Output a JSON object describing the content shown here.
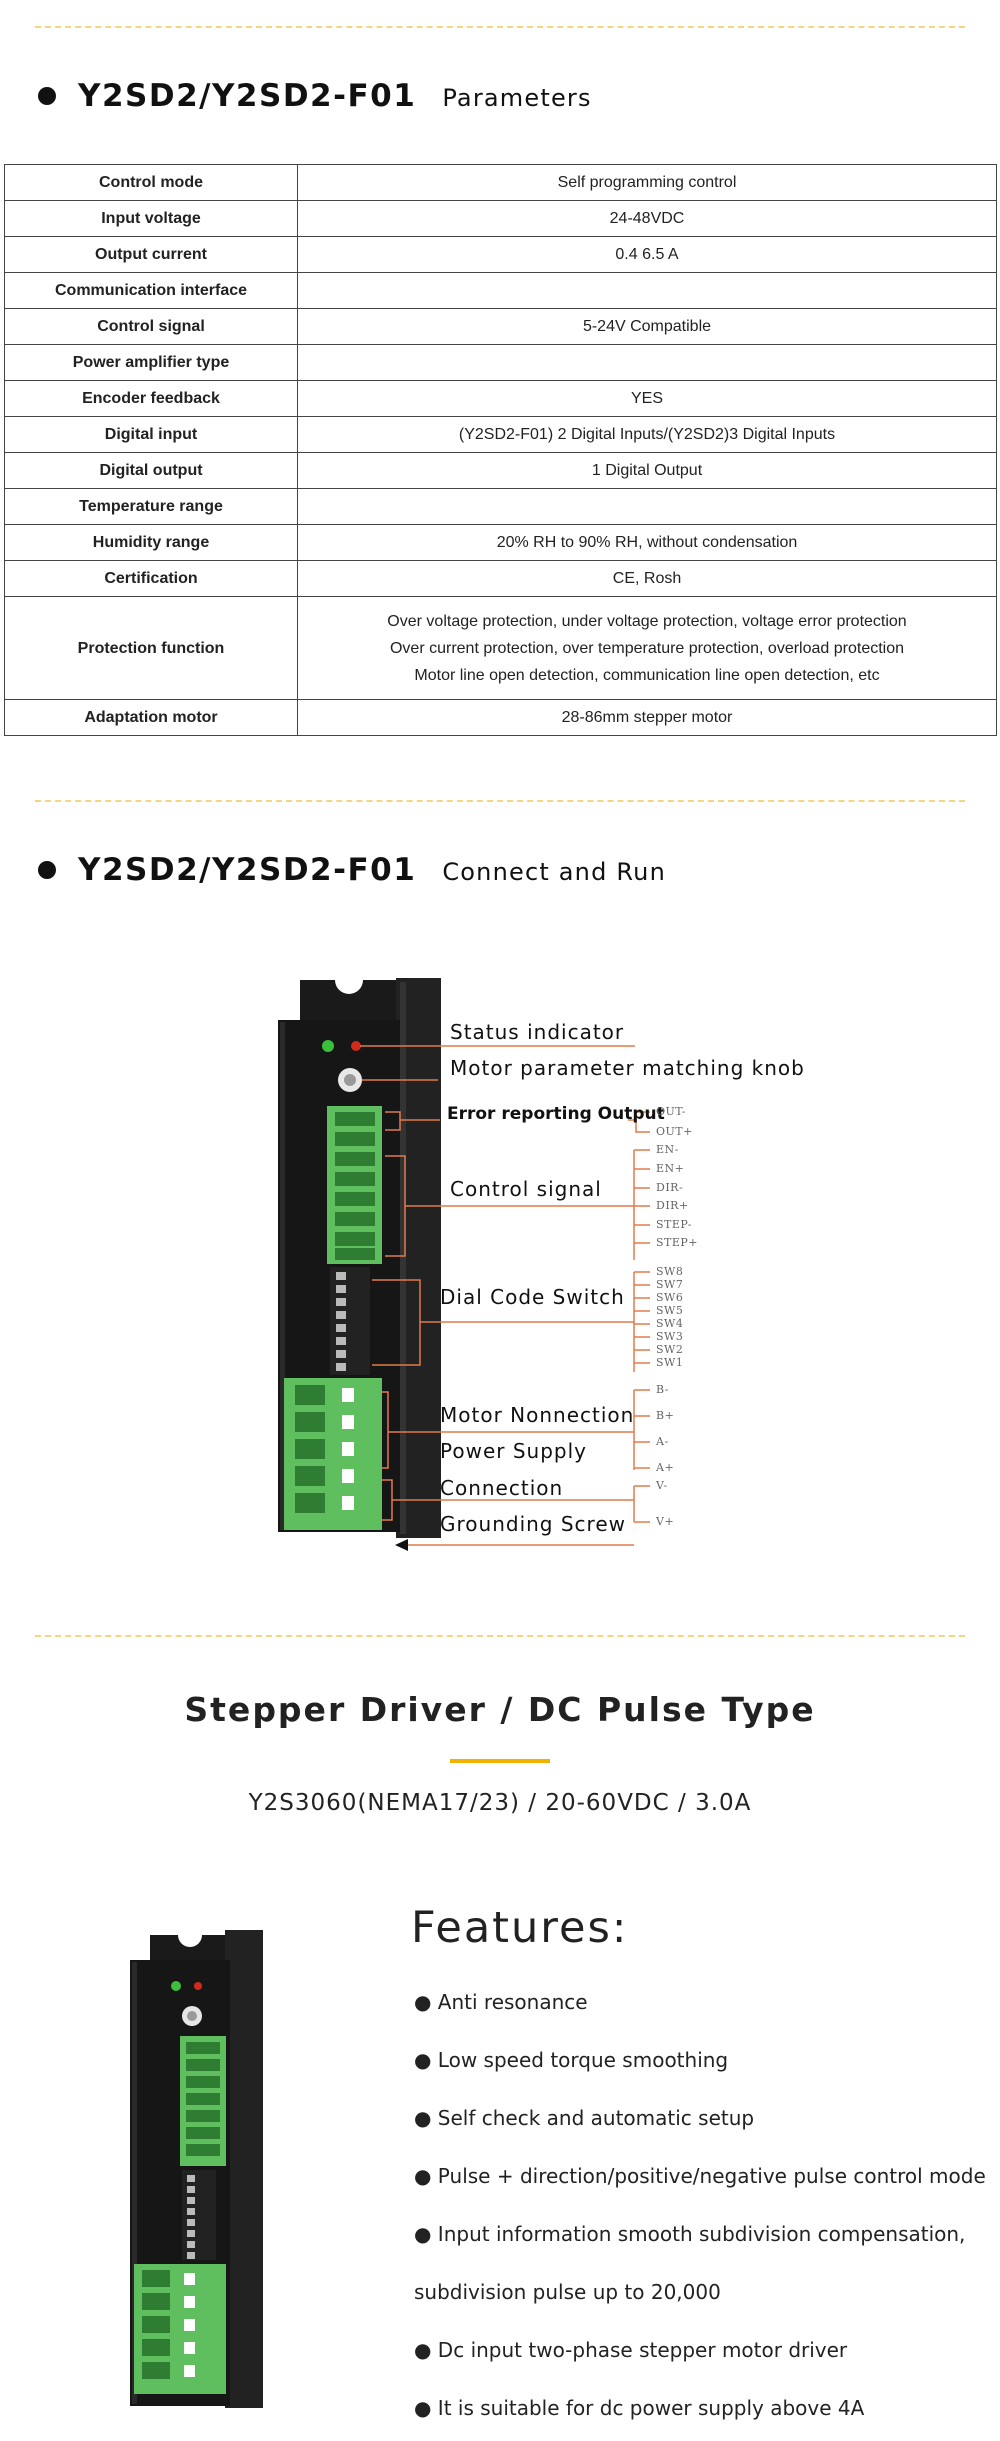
{
  "section1": {
    "model": "Y2SD2/Y2SD2-F01",
    "subtitle": "Parameters"
  },
  "params": [
    {
      "key": "Control mode",
      "value": "Self programming control"
    },
    {
      "key": "Input voltage",
      "value": "24-48VDC"
    },
    {
      "key": "Output current",
      "value": "0.4 6.5 A"
    },
    {
      "key": "Communication interface",
      "value": ""
    },
    {
      "key": "Control signal",
      "value": "5-24V Compatible"
    },
    {
      "key": "Power amplifier type",
      "value": ""
    },
    {
      "key": "Encoder feedback",
      "value": "YES"
    },
    {
      "key": "Digital input",
      "value": "(Y2SD2-F01) 2 Digital Inputs/(Y2SD2)3 Digital Inputs"
    },
    {
      "key": "Digital output",
      "value": "1 Digital Output"
    },
    {
      "key": "Temperature range",
      "value": ""
    },
    {
      "key": "Humidity range",
      "value": "20% RH to 90% RH, without condensation"
    },
    {
      "key": "Certification",
      "value": "CE, Rosh"
    },
    {
      "key": "Protection function",
      "lines": [
        "Over voltage protection, under voltage protection, voltage error protection",
        "Over current protection, over temperature protection, overload protection",
        "Motor line open detection, communication line open detection, etc"
      ]
    },
    {
      "key": "Adaptation motor",
      "value": "28-86mm stepper motor"
    }
  ],
  "section2": {
    "model": "Y2SD2/Y2SD2-F01",
    "subtitle": "Connect and Run"
  },
  "diagram": {
    "labels": {
      "status": "Status indicator",
      "knob": "Motor parameter matching knob",
      "error": "Error reporting Output",
      "control": "Control signal",
      "dial": "Dial Code Switch",
      "motor": "Motor Nonnection",
      "power1": "Power Supply",
      "power2": "Connection",
      "ground": "Grounding Screw"
    },
    "pins": {
      "out": [
        "OUT-",
        "OUT+"
      ],
      "ctrl": [
        "EN-",
        "EN+",
        "DIR-",
        "DIR+",
        "STEP-",
        "STEP+"
      ],
      "sw": [
        "SW8",
        "SW7",
        "SW6",
        "SW5",
        "SW4",
        "SW3",
        "SW2",
        "SW1"
      ],
      "motor": [
        "B-",
        "B+",
        "A-",
        "A+"
      ],
      "power": [
        "V-",
        "V+"
      ]
    }
  },
  "product": {
    "title": "Stepper Driver / DC Pulse Type",
    "spec": "Y2S3060(NEMA17/23) / 20-60VDC / 3.0A"
  },
  "features": {
    "title": "Features:",
    "items": [
      "● Anti resonance",
      "● Low speed torque smoothing",
      "● Self check and automatic setup",
      "● Pulse + direction/positive/negative pulse control mode",
      "● Input information smooth subdivision compensation,",
      "subdivision pulse up to 20,000",
      "● Dc input two-phase stepper motor driver",
      "● It is suitable for dc power supply above 4A"
    ]
  },
  "colors": {
    "divider": "#f3d680",
    "accent": "#f0b400",
    "leader": "#e07a4a",
    "terminal": "#56b85a"
  }
}
